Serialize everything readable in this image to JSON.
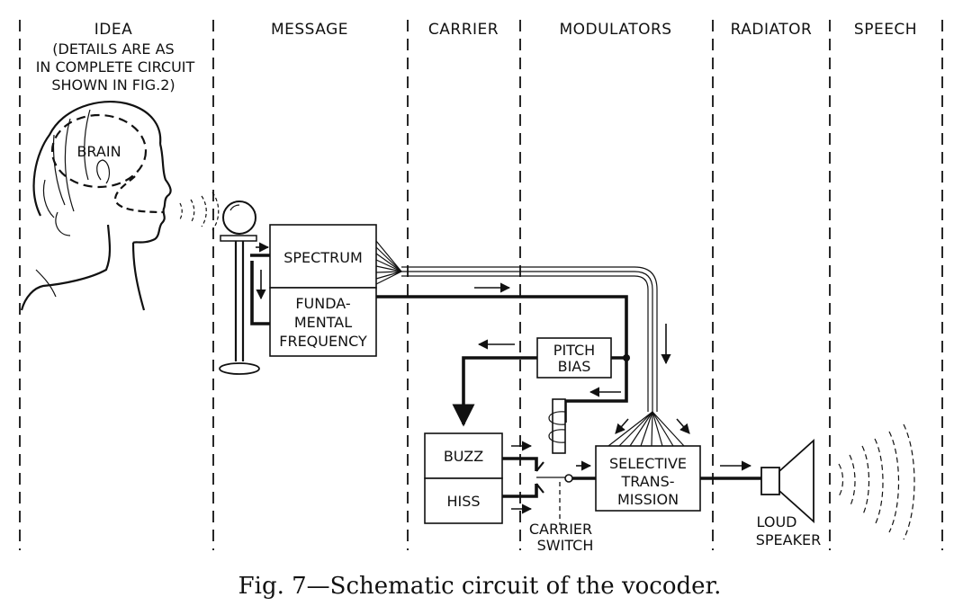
{
  "columns": {
    "idea": "IDEA",
    "message": "MESSAGE",
    "carrier": "CARRIER",
    "modulators": "MODULATORS",
    "radiator": "RADIATOR",
    "speech": "SPEECH"
  },
  "idea_note": [
    "(DETAILS ARE AS",
    "IN COMPLETE CIRCUIT",
    "SHOWN IN FIG.2)"
  ],
  "brain_label": "BRAIN",
  "blocks": {
    "spectrum": "SPECTRUM",
    "fundamental": [
      "FUNDA-",
      "MENTAL",
      "FREQUENCY"
    ],
    "pitch_bias": [
      "PITCH",
      "BIAS"
    ],
    "buzz": "BUZZ",
    "hiss": "HISS",
    "selective": [
      "SELECTIVE",
      "TRANS-",
      "MISSION"
    ]
  },
  "carrier_switch": [
    "CARRIER",
    "SWITCH"
  ],
  "loud_speaker": [
    "LOUD",
    "SPEAKER"
  ],
  "caption": "Fig. 7—Schematic circuit of the vocoder."
}
